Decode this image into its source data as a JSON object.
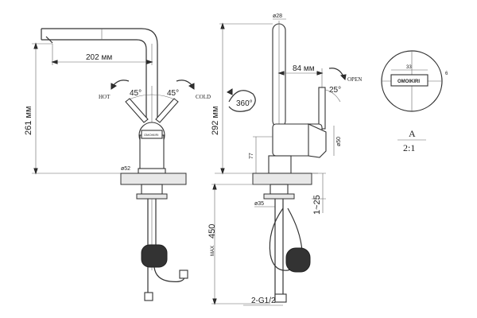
{
  "front_view": {
    "spout_reach": "202 мм",
    "height": "261 мм",
    "hot_label": "HOT",
    "cold_label": "COLD",
    "angle_left": "45°",
    "angle_right": "45°",
    "base_diameter": "ø52",
    "brand": "OMOIKIRI"
  },
  "side_view": {
    "top_diameter": "ø28",
    "rotation": "360°",
    "offset": "84 мм",
    "open_label": "OPEN",
    "open_angle": "25°",
    "height": "292 мм",
    "body_diameter": "ø50",
    "dim_77": "77",
    "shank_diameter": "ø35",
    "countertop": "1~25",
    "hose_length": "450",
    "max_label": "MAX",
    "thread": "2-G1/2"
  },
  "detail": {
    "width": "33",
    "small_dim": "6",
    "brand": "OMOIKIRI",
    "view_label": "A",
    "scale": "2:1"
  }
}
